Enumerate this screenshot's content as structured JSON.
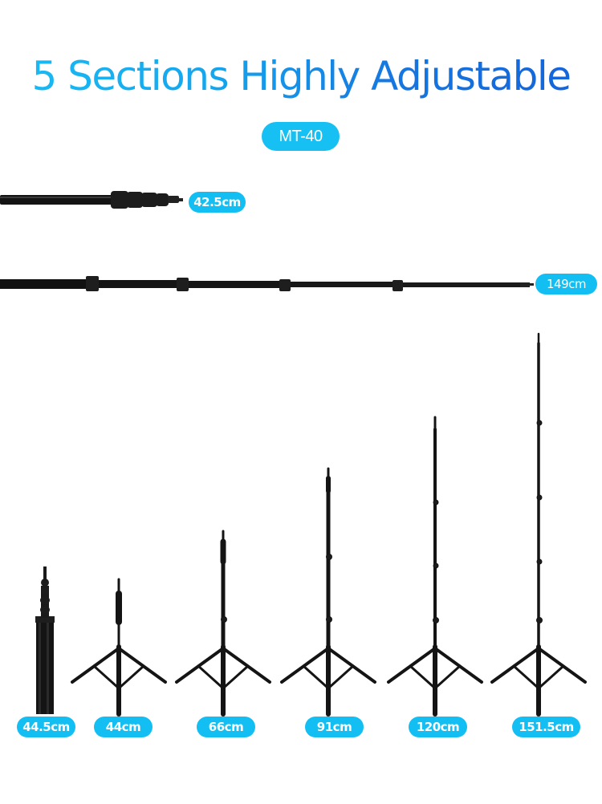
{
  "header": {
    "title": "5 Sections Highly Adjustable",
    "model": "MT-40"
  },
  "colors": {
    "title_gradient_start": "#1bbcf4",
    "title_gradient_end": "#1462d8",
    "pill_background": "#13bef2",
    "pill_text": "#ffffff",
    "pole": "#111111"
  },
  "poles": {
    "collapsed_label": "42.5cm",
    "extended_label": "149cm"
  },
  "stands": [
    {
      "label": "44.5cm",
      "state": "folded"
    },
    {
      "label": "44cm",
      "state": "legs-open"
    },
    {
      "label": "66cm",
      "state": "1-section-extended"
    },
    {
      "label": "91cm",
      "state": "2-sections-extended"
    },
    {
      "label": "120cm",
      "state": "3-sections-extended"
    },
    {
      "label": "151.5cm",
      "state": "fully-extended"
    }
  ]
}
